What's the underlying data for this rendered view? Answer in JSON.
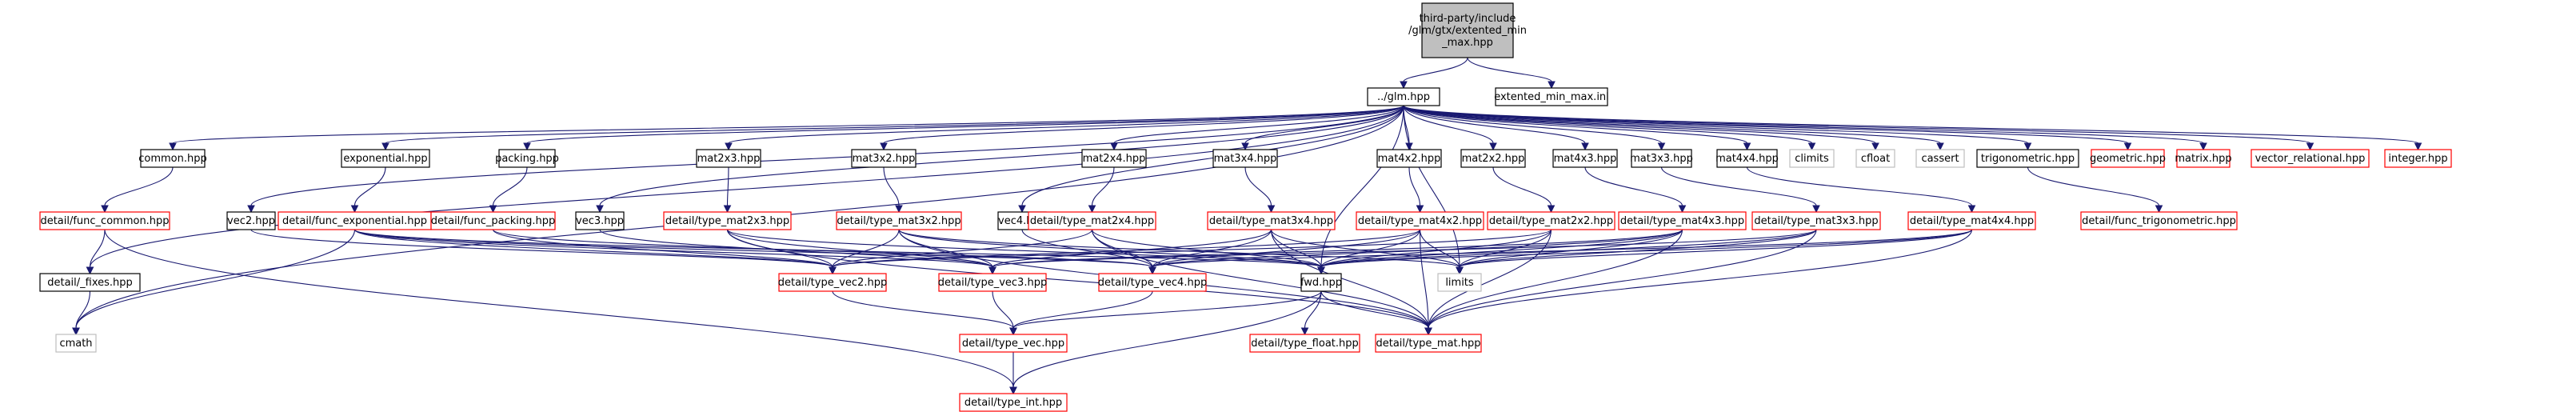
{
  "diagram": {
    "colors": {
      "edge": "#191970",
      "root_fill": "#bfbfbf",
      "documented_border": "#000000",
      "undocumented_border": "#ff0000",
      "system_border": "#bfbfbf",
      "system_text": "#404040"
    },
    "nodes": {
      "root": {
        "lines": [
          "third-party/include",
          "/glm/gtx/extented_min",
          "_max.hpp"
        ],
        "kind": "root"
      },
      "glm": {
        "lines": [
          "../glm.hpp"
        ],
        "kind": "doc"
      },
      "inl": {
        "lines": [
          "extented_min_max.inl"
        ],
        "kind": "doc"
      },
      "common": {
        "lines": [
          "common.hpp"
        ],
        "kind": "doc"
      },
      "vec2": {
        "lines": [
          "vec2.hpp"
        ],
        "kind": "doc"
      },
      "exponential": {
        "lines": [
          "exponential.hpp"
        ],
        "kind": "doc"
      },
      "packing": {
        "lines": [
          "packing.hpp"
        ],
        "kind": "doc"
      },
      "vec3": {
        "lines": [
          "vec3.hpp"
        ],
        "kind": "doc"
      },
      "mat2x3": {
        "lines": [
          "mat2x3.hpp"
        ],
        "kind": "doc"
      },
      "mat3x2": {
        "lines": [
          "mat3x2.hpp"
        ],
        "kind": "doc"
      },
      "vec4": {
        "lines": [
          "vec4.hpp"
        ],
        "kind": "doc"
      },
      "mat2x4": {
        "lines": [
          "mat2x4.hpp"
        ],
        "kind": "doc"
      },
      "mat3x4": {
        "lines": [
          "mat3x4.hpp"
        ],
        "kind": "doc"
      },
      "mat4x2": {
        "lines": [
          "mat4x2.hpp"
        ],
        "kind": "doc"
      },
      "mat2x2": {
        "lines": [
          "mat2x2.hpp"
        ],
        "kind": "doc"
      },
      "mat4x3": {
        "lines": [
          "mat4x3.hpp"
        ],
        "kind": "doc"
      },
      "mat3x3": {
        "lines": [
          "mat3x3.hpp"
        ],
        "kind": "doc"
      },
      "mat4x4": {
        "lines": [
          "mat4x4.hpp"
        ],
        "kind": "doc"
      },
      "climits": {
        "lines": [
          "climits"
        ],
        "kind": "sys"
      },
      "cfloat": {
        "lines": [
          "cfloat"
        ],
        "kind": "sys"
      },
      "cassert": {
        "lines": [
          "cassert"
        ],
        "kind": "sys"
      },
      "trig": {
        "lines": [
          "trigonometric.hpp"
        ],
        "kind": "doc"
      },
      "geometric": {
        "lines": [
          "geometric.hpp"
        ],
        "kind": "undoc"
      },
      "matrix": {
        "lines": [
          "matrix.hpp"
        ],
        "kind": "undoc"
      },
      "vecrel": {
        "lines": [
          "vector_relational.hpp"
        ],
        "kind": "undoc"
      },
      "integer": {
        "lines": [
          "integer.hpp"
        ],
        "kind": "undoc"
      },
      "func_common": {
        "lines": [
          "detail/func_common.hpp"
        ],
        "kind": "undoc"
      },
      "func_exponential": {
        "lines": [
          "detail/func_exponential.hpp"
        ],
        "kind": "undoc"
      },
      "func_packing": {
        "lines": [
          "detail/func_packing.hpp"
        ],
        "kind": "undoc"
      },
      "tm2x3": {
        "lines": [
          "detail/type_mat2x3.hpp"
        ],
        "kind": "undoc"
      },
      "tm3x2": {
        "lines": [
          "detail/type_mat3x2.hpp"
        ],
        "kind": "undoc"
      },
      "tm2x4": {
        "lines": [
          "detail/type_mat2x4.hpp"
        ],
        "kind": "undoc"
      },
      "tm3x4": {
        "lines": [
          "detail/type_mat3x4.hpp"
        ],
        "kind": "undoc"
      },
      "tm4x2": {
        "lines": [
          "detail/type_mat4x2.hpp"
        ],
        "kind": "undoc"
      },
      "tm2x2": {
        "lines": [
          "detail/type_mat2x2.hpp"
        ],
        "kind": "undoc"
      },
      "tm4x3": {
        "lines": [
          "detail/type_mat4x3.hpp"
        ],
        "kind": "undoc"
      },
      "tm3x3": {
        "lines": [
          "detail/type_mat3x3.hpp"
        ],
        "kind": "undoc"
      },
      "tm4x4": {
        "lines": [
          "detail/type_mat4x4.hpp"
        ],
        "kind": "undoc"
      },
      "func_trig": {
        "lines": [
          "detail/func_trigonometric.hpp"
        ],
        "kind": "undoc"
      },
      "fixes": {
        "lines": [
          "detail/_fixes.hpp"
        ],
        "kind": "doc"
      },
      "cmath": {
        "lines": [
          "cmath"
        ],
        "kind": "sys"
      },
      "tvec2": {
        "lines": [
          "detail/type_vec2.hpp"
        ],
        "kind": "undoc"
      },
      "tvec3": {
        "lines": [
          "detail/type_vec3.hpp"
        ],
        "kind": "undoc"
      },
      "tvec4": {
        "lines": [
          "detail/type_vec4.hpp"
        ],
        "kind": "undoc"
      },
      "fwd": {
        "lines": [
          "fwd.hpp"
        ],
        "kind": "doc"
      },
      "limits": {
        "lines": [
          "limits"
        ],
        "kind": "sys"
      },
      "tvec": {
        "lines": [
          "detail/type_vec.hpp"
        ],
        "kind": "undoc"
      },
      "tfloat": {
        "lines": [
          "detail/type_float.hpp"
        ],
        "kind": "undoc"
      },
      "tmat": {
        "lines": [
          "detail/type_mat.hpp"
        ],
        "kind": "undoc"
      },
      "tint": {
        "lines": [
          "detail/type_int.hpp"
        ],
        "kind": "undoc"
      }
    },
    "edges": [
      [
        "root",
        "glm"
      ],
      [
        "root",
        "inl"
      ],
      [
        "glm",
        "common"
      ],
      [
        "glm",
        "vec2"
      ],
      [
        "glm",
        "exponential"
      ],
      [
        "glm",
        "packing"
      ],
      [
        "glm",
        "vec3"
      ],
      [
        "glm",
        "mat2x3"
      ],
      [
        "glm",
        "mat3x2"
      ],
      [
        "glm",
        "vec4"
      ],
      [
        "glm",
        "mat2x4"
      ],
      [
        "glm",
        "mat3x4"
      ],
      [
        "glm",
        "mat4x2"
      ],
      [
        "glm",
        "mat2x2"
      ],
      [
        "glm",
        "mat4x3"
      ],
      [
        "glm",
        "mat3x3"
      ],
      [
        "glm",
        "mat4x4"
      ],
      [
        "glm",
        "climits"
      ],
      [
        "glm",
        "cfloat"
      ],
      [
        "glm",
        "cassert"
      ],
      [
        "glm",
        "trig"
      ],
      [
        "glm",
        "geometric"
      ],
      [
        "glm",
        "matrix"
      ],
      [
        "glm",
        "vecrel"
      ],
      [
        "glm",
        "integer"
      ],
      [
        "glm",
        "fixes"
      ],
      [
        "glm",
        "cmath"
      ],
      [
        "glm",
        "fwd"
      ],
      [
        "glm",
        "limits"
      ],
      [
        "common",
        "func_common"
      ],
      [
        "func_common",
        "fixes"
      ],
      [
        "func_common",
        "tint"
      ],
      [
        "fixes",
        "cmath"
      ],
      [
        "vec2",
        "tvec2"
      ],
      [
        "exponential",
        "func_exponential"
      ],
      [
        "func_exponential",
        "cmath"
      ],
      [
        "func_exponential",
        "tvec2"
      ],
      [
        "func_exponential",
        "tvec3"
      ],
      [
        "func_exponential",
        "tvec4"
      ],
      [
        "func_exponential",
        "fwd"
      ],
      [
        "packing",
        "func_packing"
      ],
      [
        "func_packing",
        "tvec2"
      ],
      [
        "func_packing",
        "tvec4"
      ],
      [
        "vec3",
        "tvec3"
      ],
      [
        "mat2x3",
        "tm2x3"
      ],
      [
        "tm2x3",
        "tvec2"
      ],
      [
        "tm2x3",
        "tvec3"
      ],
      [
        "tm2x3",
        "fwd"
      ],
      [
        "tm2x3",
        "tmat"
      ],
      [
        "mat3x2",
        "tm3x2"
      ],
      [
        "tm3x2",
        "tvec2"
      ],
      [
        "tm3x2",
        "tvec3"
      ],
      [
        "tm3x2",
        "fwd"
      ],
      [
        "tm3x2",
        "tmat"
      ],
      [
        "tm3x2",
        "limits"
      ],
      [
        "vec4",
        "tvec4"
      ],
      [
        "mat2x4",
        "tm2x4"
      ],
      [
        "tm2x4",
        "tvec2"
      ],
      [
        "tm2x4",
        "tvec4"
      ],
      [
        "tm2x4",
        "fwd"
      ],
      [
        "tm2x4",
        "tmat"
      ],
      [
        "mat3x4",
        "tm3x4"
      ],
      [
        "tm3x4",
        "tvec3"
      ],
      [
        "tm3x4",
        "tvec4"
      ],
      [
        "tm3x4",
        "fwd"
      ],
      [
        "tm3x4",
        "tmat"
      ],
      [
        "tm3x4",
        "limits"
      ],
      [
        "mat4x2",
        "tm4x2"
      ],
      [
        "tm4x2",
        "tvec2"
      ],
      [
        "tm4x2",
        "tvec4"
      ],
      [
        "tm4x2",
        "fwd"
      ],
      [
        "tm4x2",
        "tmat"
      ],
      [
        "tm4x2",
        "limits"
      ],
      [
        "mat2x2",
        "tm2x2"
      ],
      [
        "tm2x2",
        "tvec2"
      ],
      [
        "tm2x2",
        "fwd"
      ],
      [
        "tm2x2",
        "tmat"
      ],
      [
        "tm2x2",
        "limits"
      ],
      [
        "mat4x3",
        "tm4x3"
      ],
      [
        "tm4x3",
        "tvec3"
      ],
      [
        "tm4x3",
        "tvec4"
      ],
      [
        "tm4x3",
        "fwd"
      ],
      [
        "tm4x3",
        "tmat"
      ],
      [
        "tm4x3",
        "limits"
      ],
      [
        "mat3x3",
        "tm3x3"
      ],
      [
        "tm3x3",
        "tvec3"
      ],
      [
        "tm3x3",
        "fwd"
      ],
      [
        "tm3x3",
        "tmat"
      ],
      [
        "tm3x3",
        "limits"
      ],
      [
        "mat4x4",
        "tm4x4"
      ],
      [
        "tm4x4",
        "tvec4"
      ],
      [
        "tm4x4",
        "fwd"
      ],
      [
        "tm4x4",
        "tmat"
      ],
      [
        "tm4x4",
        "limits"
      ],
      [
        "trig",
        "func_trig"
      ],
      [
        "tvec2",
        "tvec"
      ],
      [
        "tvec3",
        "tvec"
      ],
      [
        "tvec4",
        "tvec"
      ],
      [
        "fwd",
        "tvec"
      ],
      [
        "fwd",
        "tfloat"
      ],
      [
        "fwd",
        "tmat"
      ],
      [
        "fwd",
        "tint"
      ],
      [
        "tvec",
        "tint"
      ]
    ]
  }
}
